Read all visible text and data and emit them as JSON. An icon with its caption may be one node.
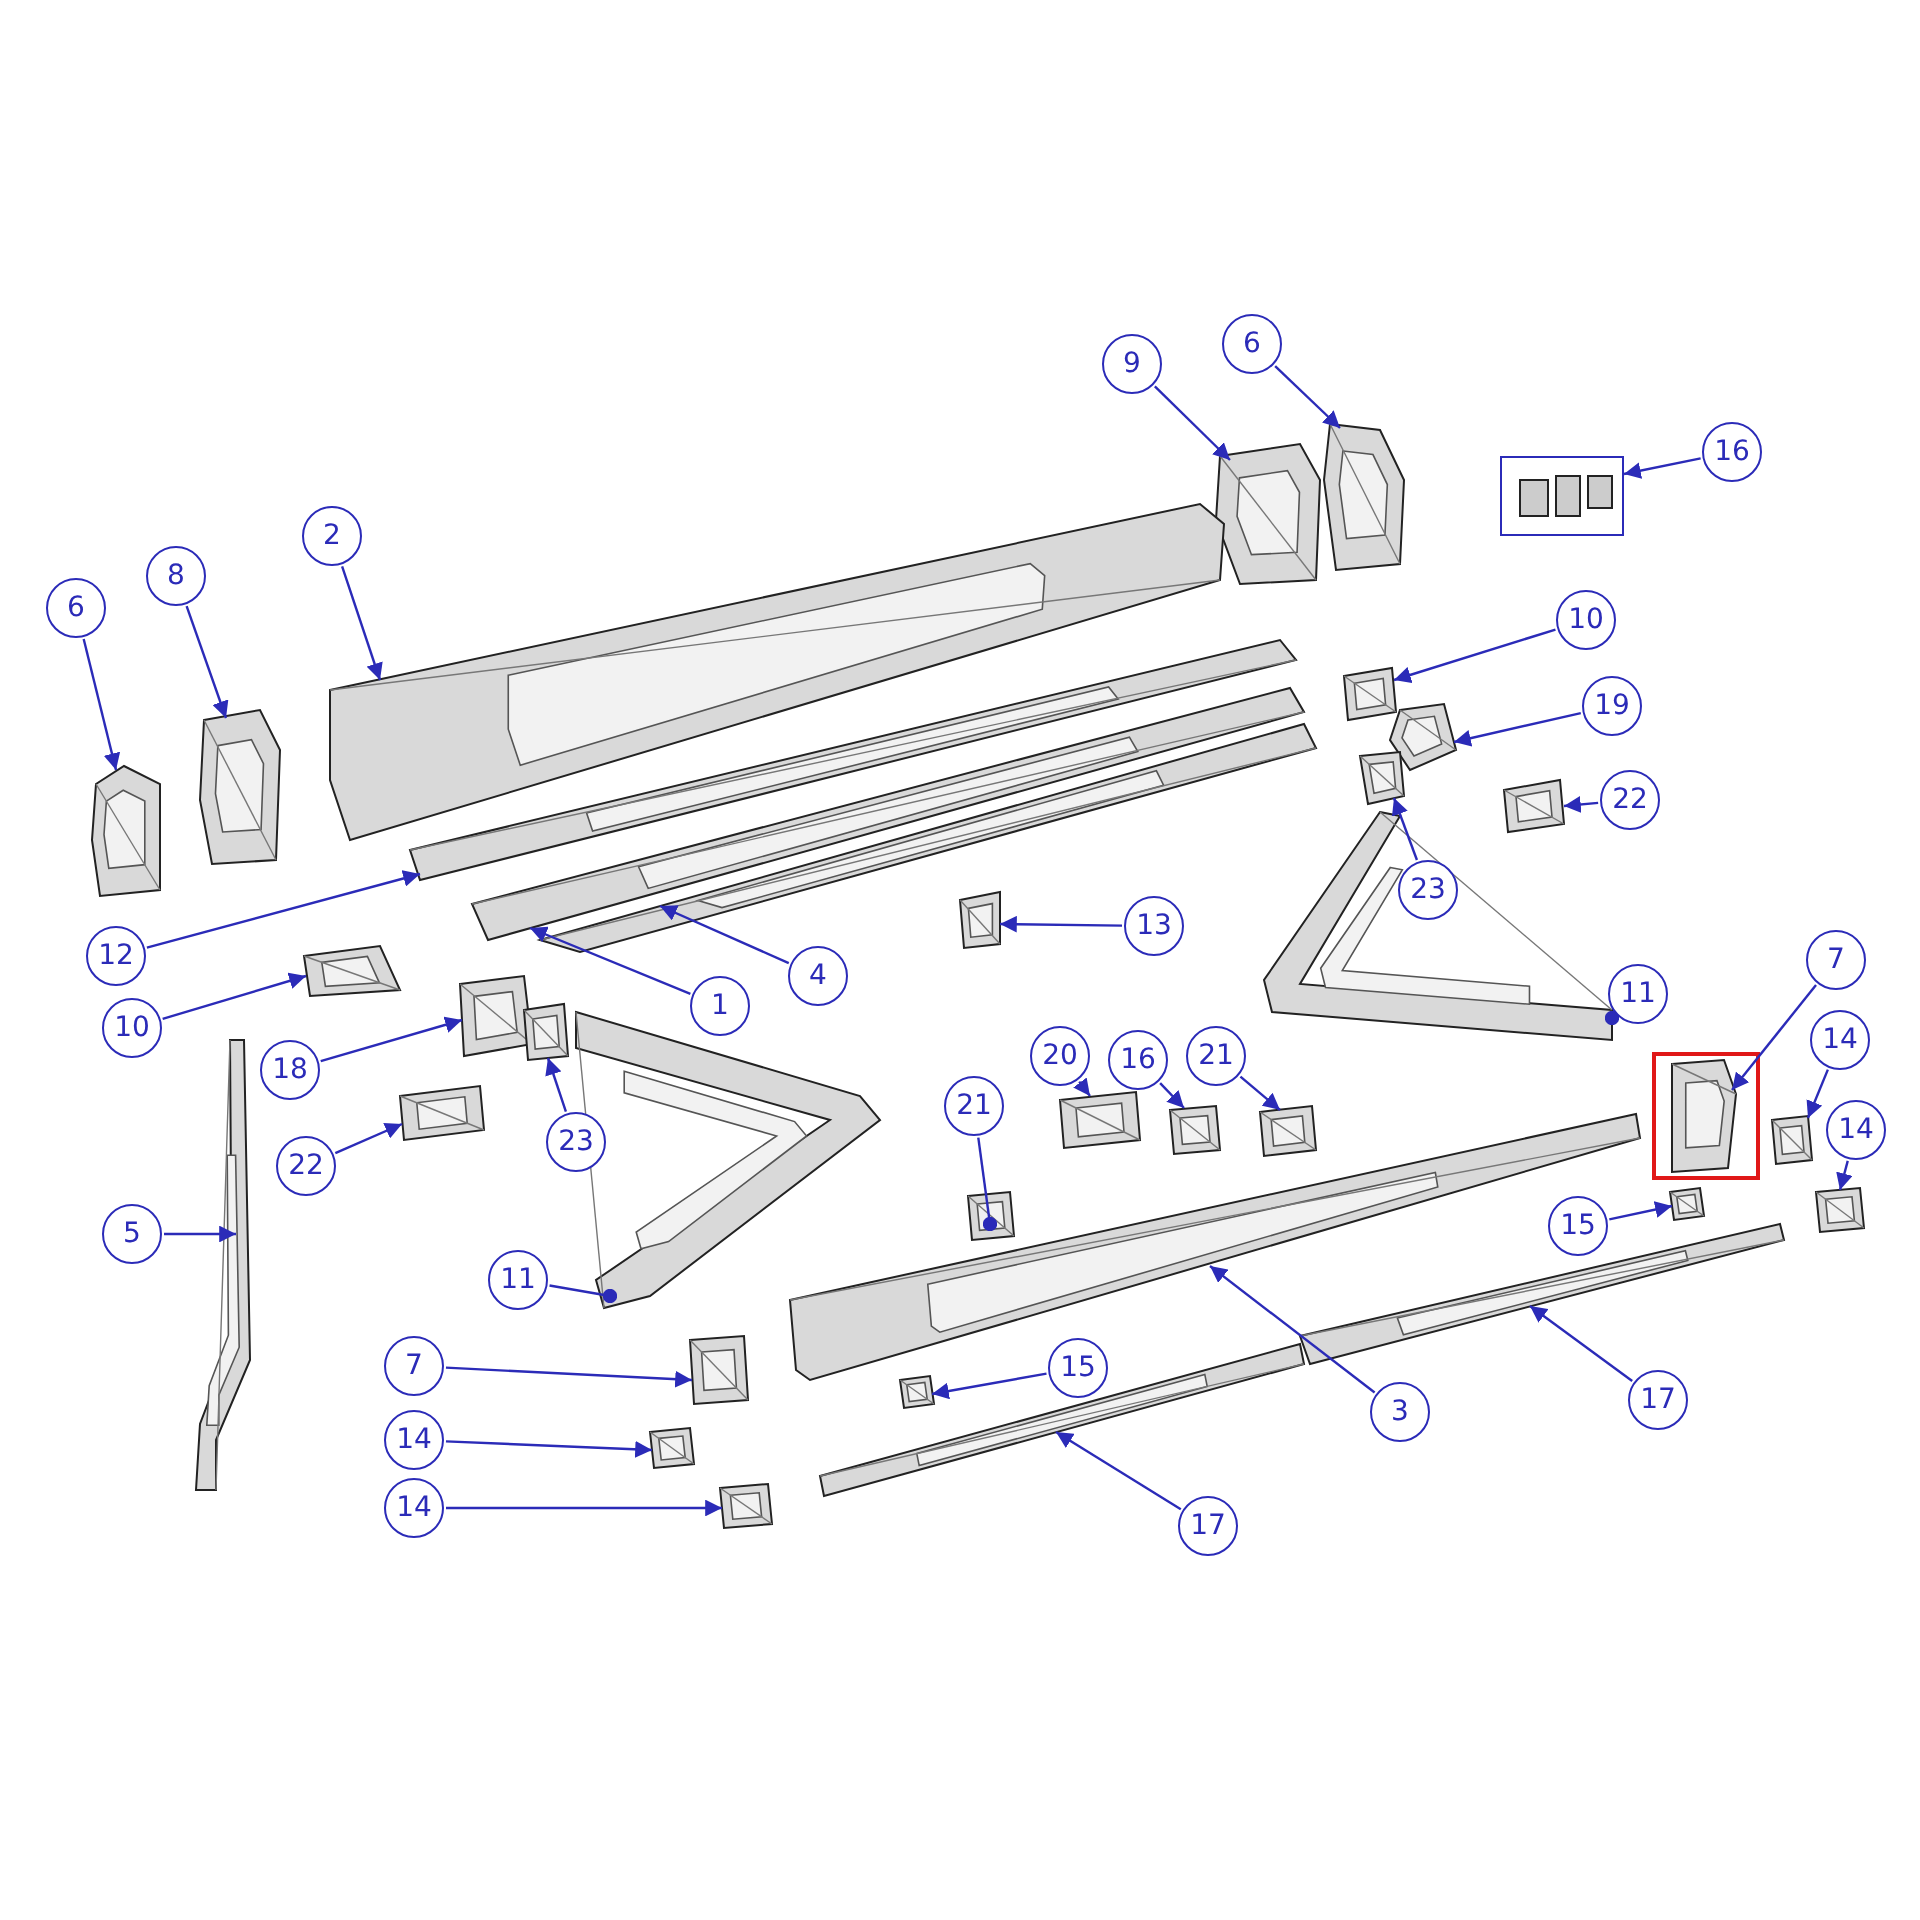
{
  "diagram": {
    "nodes": [
      {
        "text": [
          "9"
        ]
      },
      {
        "text": [],
        "shape": "picture"
      },
      {
        "text": [
          "6"
        ]
      },
      {
        "text": [],
        "shape": "picture"
      },
      {
        "text": [
          "16"
        ]
      },
      {
        "text": [],
        "shape": "picture"
      },
      {
        "text": [
          "2"
        ]
      },
      {
        "text": [],
        "shape": "picture"
      },
      {
        "text": [
          "6"
        ]
      },
      {
        "text": [],
        "shape": "picture"
      },
      {
        "text": [
          "8"
        ]
      },
      {
        "text": [],
        "shape": "picture"
      },
      {
        "text": [
          "10"
        ]
      },
      {
        "text": [],
        "shape": "picture"
      },
      {
        "text": [
          "19"
        ]
      },
      {
        "text": [],
        "shape": "picture"
      },
      {
        "text": [
          "22"
        ]
      },
      {
        "text": [],
        "shape": "picture"
      },
      {
        "text": [
          "23"
        ]
      },
      {
        "text": [],
        "shape": "picture"
      },
      {
        "text": [
          "12"
        ]
      },
      {
        "text": [],
        "shape": "picture"
      },
      {
        "text": [
          "4"
        ]
      },
      {
        "text": [],
        "shape": "picture"
      },
      {
        "text": [
          "13"
        ]
      },
      {
        "text": [],
        "shape": "picture"
      },
      {
        "text": [
          "1"
        ]
      },
      {
        "text": [],
        "shape": "picture"
      },
      {
        "text": [
          "10"
        ]
      },
      {
        "text": [],
        "shape": "picture"
      },
      {
        "text": [
          "11"
        ]
      },
      {
        "text": [],
        "shape": "picture"
      },
      {
        "text": [
          "7"
        ]
      },
      {
        "text": [],
        "shape": "box"
      },
      {
        "text": [],
        "shape": "picture",
        "in": 33
      },
      {
        "text": [
          "14"
        ]
      },
      {
        "text": [],
        "shape": "picture"
      },
      {
        "text": [
          "14"
        ]
      },
      {
        "text": [],
        "shape": "picture"
      },
      {
        "text": [
          "18"
        ]
      },
      {
        "text": [],
        "shape": "picture"
      },
      {
        "text": [
          "23"
        ]
      },
      {
        "text": [],
        "shape": "picture"
      },
      {
        "text": [
          "20"
        ]
      },
      {
        "text": [],
        "shape": "picture"
      },
      {
        "text": [
          "16"
        ]
      },
      {
        "text": [],
        "shape": "picture"
      },
      {
        "text": [
          "21"
        ]
      },
      {
        "text": [],
        "shape": "picture"
      },
      {
        "text": [
          "21"
        ]
      },
      {
        "text": [],
        "shape": "picture"
      },
      {
        "text": [
          "22"
        ]
      },
      {
        "text": [],
        "shape": "picture"
      },
      {
        "text": [
          "5"
        ]
      },
      {
        "text": [],
        "shape": "picture"
      },
      {
        "text": [
          "15"
        ]
      },
      {
        "text": [],
        "shape": "picture"
      },
      {
        "text": [
          "11"
        ]
      },
      {
        "text": [],
        "shape": "picture"
      },
      {
        "text": [
          "3"
        ]
      },
      {
        "text": [],
        "shape": "picture"
      },
      {
        "text": [
          "17"
        ]
      },
      {
        "text": [],
        "shape": "picture"
      },
      {
        "text": [
          "7"
        ]
      },
      {
        "text": [],
        "shape": "picture"
      },
      {
        "text": [
          "15"
        ]
      },
      {
        "text": [],
        "shape": "picture"
      },
      {
        "text": [
          "14"
        ]
      },
      {
        "text": [],
        "shape": "picture"
      },
      {
        "text": [
          "14"
        ]
      },
      {
        "text": [],
        "shape": "picture"
      },
      {
        "text": [
          "17"
        ]
      },
      {
        "text": [],
        "shape": "picture"
      }
    ],
    "edges": [
      {
        "from": 0,
        "to": 1,
        "arrow": "to"
      },
      {
        "from": 2,
        "to": 3,
        "arrow": "to"
      },
      {
        "from": 4,
        "to": 5,
        "arrow": "to"
      },
      {
        "from": 6,
        "to": 7,
        "arrow": "to"
      },
      {
        "from": 8,
        "to": 9,
        "arrow": "to"
      },
      {
        "from": 10,
        "to": 11,
        "arrow": "to"
      },
      {
        "from": 12,
        "to": 13,
        "arrow": "to"
      },
      {
        "from": 14,
        "to": 15,
        "arrow": "to"
      },
      {
        "from": 16,
        "to": 17,
        "arrow": "to"
      },
      {
        "from": 18,
        "to": 19,
        "arrow": "to"
      },
      {
        "from": 20,
        "to": 21,
        "arrow": "to"
      },
      {
        "from": 22,
        "to": 23,
        "arrow": "to"
      },
      {
        "from": 24,
        "to": 25,
        "arrow": "to"
      },
      {
        "from": 26,
        "to": 27,
        "arrow": "to"
      },
      {
        "from": 28,
        "to": 29,
        "arrow": "to"
      },
      {
        "from": 30,
        "to": 31,
        "arrow": "other"
      },
      {
        "from": 32,
        "to": 34,
        "arrow": "to"
      },
      {
        "from": 35,
        "to": 36,
        "arrow": "to"
      },
      {
        "from": 37,
        "to": 38,
        "arrow": "to"
      },
      {
        "from": 39,
        "to": 40,
        "arrow": "to"
      },
      {
        "from": 41,
        "to": 42,
        "arrow": "to"
      },
      {
        "from": 43,
        "to": 44,
        "arrow": "to"
      },
      {
        "from": 45,
        "to": 46,
        "arrow": "to"
      },
      {
        "from": 47,
        "to": 48,
        "arrow": "to"
      },
      {
        "from": 49,
        "to": 50,
        "arrow": "other"
      },
      {
        "from": 51,
        "to": 52,
        "arrow": "to"
      },
      {
        "from": 53,
        "to": 54,
        "arrow": "to"
      },
      {
        "from": 55,
        "to": 56,
        "arrow": "to"
      },
      {
        "from": 57,
        "to": 58,
        "arrow": "other"
      },
      {
        "from": 59,
        "to": 60,
        "arrow": "to"
      },
      {
        "from": 61,
        "to": 62,
        "arrow": "to"
      },
      {
        "from": 63,
        "to": 64,
        "arrow": "to"
      },
      {
        "from": 65,
        "to": 66,
        "arrow": "to"
      },
      {
        "from": 67,
        "to": 68,
        "arrow": "to"
      },
      {
        "from": 69,
        "to": 70,
        "arrow": "to"
      },
      {
        "from": 71,
        "to": 72,
        "arrow": "to"
      }
    ]
  }
}
